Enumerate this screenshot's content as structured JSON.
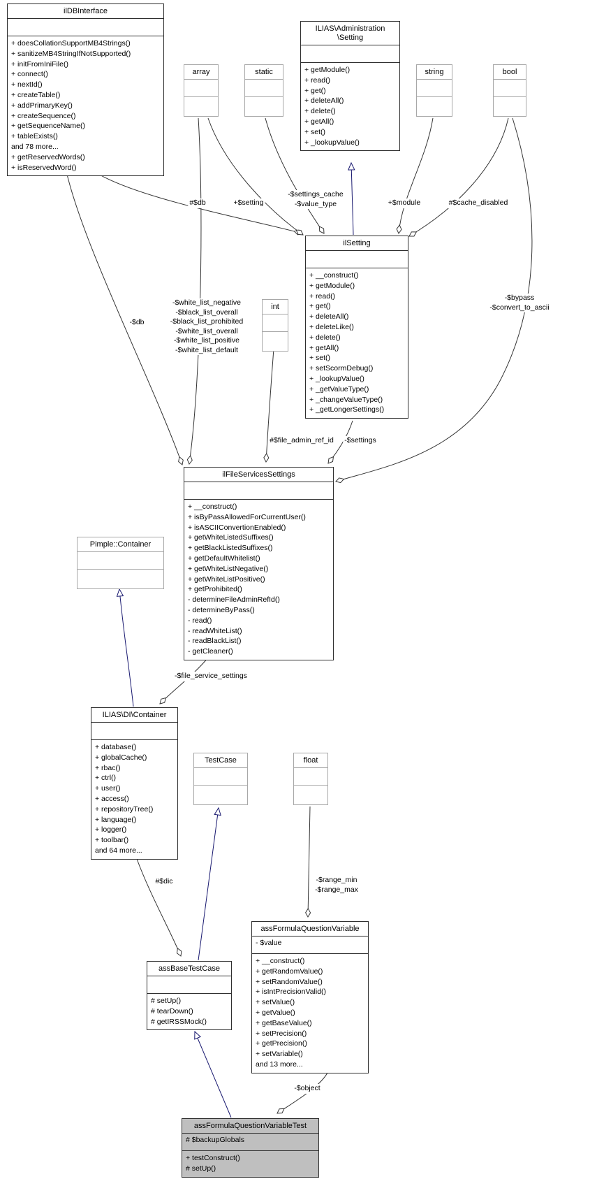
{
  "colors": {
    "inheritance_edge": "#191970",
    "aggregation_edge": "#353535",
    "highlight_fill": "#bfbfbf",
    "class_border": "#2e2e2e",
    "external_border": "#a8a8a8"
  },
  "classes": [
    {
      "title": "ilDBInterface",
      "attributes": [],
      "methods": [
        "+ doesCollationSupportMB4Strings()",
        "+ sanitizeMB4StringIfNotSupported()",
        "+ initFromIniFile()",
        "+ connect()",
        "+ nextId()",
        "+ createTable()",
        "+ addPrimaryKey()",
        "+ createSequence()",
        "+ getSequenceName()",
        "+ tableExists()",
        "and 78 more...",
        "+ getReservedWords()",
        "+ isReservedWord()"
      ]
    },
    {
      "title": "ILIAS\\Administration\n\\Setting",
      "attributes": [],
      "methods": [
        "+ getModule()",
        "+ read()",
        "+ get()",
        "+ deleteAll()",
        "+ delete()",
        "+ getAll()",
        "+ set()",
        "+ _lookupValue()"
      ]
    },
    {
      "title": "array",
      "attributes": [],
      "methods": []
    },
    {
      "title": "static",
      "attributes": [],
      "methods": []
    },
    {
      "title": "string",
      "attributes": [],
      "methods": []
    },
    {
      "title": "bool",
      "attributes": [],
      "methods": []
    },
    {
      "title": "ilSetting",
      "attributes": [],
      "methods": [
        "+ __construct()",
        "+ getModule()",
        "+ read()",
        "+ get()",
        "+ deleteAll()",
        "+ deleteLike()",
        "+ delete()",
        "+ getAll()",
        "+ set()",
        "+ setScormDebug()",
        "+ _lookupValue()",
        "+ _getValueType()",
        "+ _changeValueType()",
        "+ _getLongerSettings()"
      ]
    },
    {
      "title": "int",
      "attributes": [],
      "methods": []
    },
    {
      "title": "ilFileServicesSettings",
      "attributes": [],
      "methods": [
        "+ __construct()",
        "+ isByPassAllowedForCurrentUser()",
        "+ isASCIIConvertionEnabled()",
        "+ getWhiteListedSuffixes()",
        "+ getBlackListedSuffixes()",
        "+ getDefaultWhitelist()",
        "+ getWhiteListNegative()",
        "+ getWhiteListPositive()",
        "+ getProhibited()",
        "- determineFileAdminRefId()",
        "- determineByPass()",
        "- read()",
        "- readWhiteList()",
        "- readBlackList()",
        "- getCleaner()"
      ]
    },
    {
      "title": "Pimple::Container",
      "attributes": [],
      "methods": []
    },
    {
      "title": "ILIAS\\DI\\Container",
      "attributes": [],
      "methods": [
        "+ database()",
        "+ globalCache()",
        "+ rbac()",
        "+ ctrl()",
        "+ user()",
        "+ access()",
        "+ repositoryTree()",
        "+ language()",
        "+ logger()",
        "+ toolbar()",
        "and 64 more..."
      ]
    },
    {
      "title": "TestCase",
      "attributes": [],
      "methods": []
    },
    {
      "title": "float",
      "attributes": [],
      "methods": []
    },
    {
      "title": "assFormulaQuestionVariable",
      "attributes": [
        "- $value"
      ],
      "methods": [
        "+ __construct()",
        "+ getRandomValue()",
        "+ setRandomValue()",
        "+ isIntPrecisionValid()",
        "+ setValue()",
        "+ getValue()",
        "+ getBaseValue()",
        "+ setPrecision()",
        "+ getPrecision()",
        "+ setVariable()",
        "and 13 more..."
      ]
    },
    {
      "title": "assBaseTestCase",
      "attributes": [],
      "methods": [
        "# setUp()",
        "# tearDown()",
        "# getIRSSMock()"
      ]
    },
    {
      "title": "assFormulaQuestionVariableTest",
      "attributes": [
        "# $backupGlobals"
      ],
      "methods": [
        "+ testConstruct()",
        "# setUp()"
      ]
    }
  ],
  "edge_labels": {
    "db": "#$db",
    "setting": "+$setting",
    "settings_cache": "-$settings_cache\n-$value_type",
    "module": "+$module",
    "cache_disabled": "#$cache_disabled",
    "db_file": "-$db",
    "white_lists": "-$white_list_negative\n-$black_list_overall\n-$black_list_prohibited\n-$white_list_overall\n-$white_list_positive\n-$white_list_default",
    "bypass": "-$bypass\n-$convert_to_ascii",
    "file_admin_ref_id": "#$file_admin_ref_id",
    "settings": "-$settings",
    "file_service_settings": "-$file_service_settings",
    "dic": "#$dic",
    "range": "-$range_min\n-$range_max",
    "object": "-$object"
  }
}
